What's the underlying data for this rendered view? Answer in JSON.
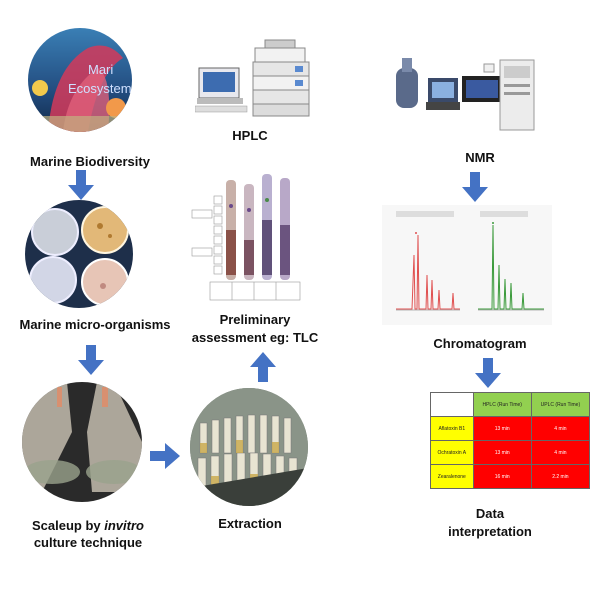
{
  "labels": {
    "hplc": "HPLC",
    "nmr": "NMR",
    "marine_biodiversity": "Marine Biodiversity",
    "marine_micro": "Marine micro-organisms",
    "preliminary_1": "Preliminary",
    "preliminary_2": "assessment eg: TLC",
    "chromatogram": "Chromatogram",
    "scaleup_prefix": "Scaleup by ",
    "scaleup_italic": "invitro",
    "scaleup_2": "culture technique",
    "extraction": "Extraction",
    "data_interp_1": "Data",
    "data_interp_2": "interpretation"
  },
  "ecosystem_text": {
    "line1": "Mari",
    "line2": "Ecosystem"
  },
  "table": {
    "header": [
      "",
      "HPLC (Run Time)",
      "UPLC (Run Time)"
    ],
    "rows": [
      [
        "Aflatoxin B1",
        "13 min",
        "4 min"
      ],
      [
        "Ochratoxin A",
        "13 min",
        "4 min"
      ],
      [
        "Zearalenone",
        "16 min",
        "2.2 min"
      ]
    ]
  },
  "colors": {
    "arrow": "#4472C4",
    "table_yellow": "#FFFF00",
    "table_green": "#92D050",
    "table_red": "#FF0000",
    "chrom_red": "#e05050",
    "chrom_green": "#3a9a3a"
  }
}
